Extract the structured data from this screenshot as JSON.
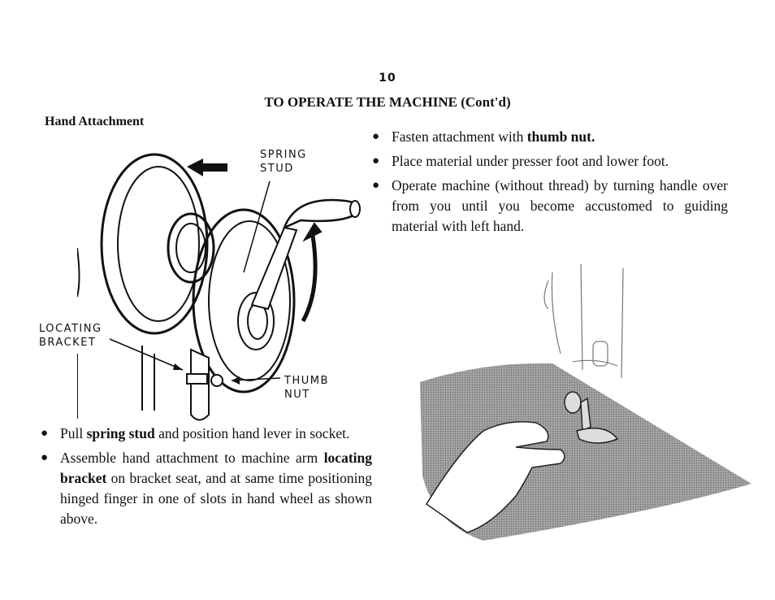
{
  "page_number": "10",
  "title": "TO OPERATE THE MACHINE (Cont'd)",
  "section_heading": "Hand Attachment",
  "labels": {
    "spring_stud_line1": "SPRING",
    "spring_stud_line2": "STUD",
    "locating_bracket_line1": "LOCATING",
    "locating_bracket_line2": "BRACKET",
    "thumb_nut_line1": "THUMB",
    "thumb_nut_line2": "NUT"
  },
  "right_bullets": [
    {
      "before": "Fasten attachment with ",
      "bold": "thumb nut.",
      "after": ""
    },
    {
      "before": "Place material under presser foot and lower foot.",
      "bold": "",
      "after": ""
    },
    {
      "before": "Operate machine (without thread) by turning handle over from you until you become accustomed to guiding material with left hand.",
      "bold": "",
      "after": ""
    }
  ],
  "left_bullets": [
    {
      "before": "Pull ",
      "bold": "spring stud",
      "after": " and position hand lever in socket."
    },
    {
      "before": "Assemble hand attachment to machine arm ",
      "bold": "locating bracket",
      "after": " on bracket seat, and at same time positioning hinged finger in one of slots in hand wheel as shown above."
    }
  ],
  "bullet_symbol": "●"
}
